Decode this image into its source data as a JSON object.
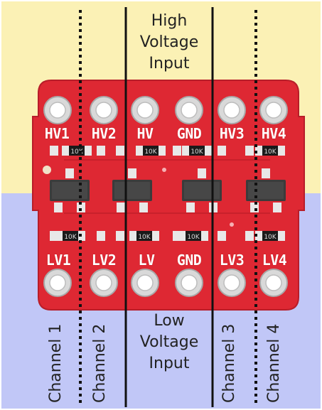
{
  "board": {
    "colors": {
      "top_background": "#fbf1b5",
      "bottom_background": "#c1c7f7",
      "pcb": "#de2833",
      "pcb_edge": "#b81d29",
      "silkscreen": "#ffffff",
      "ic": "#3b3b3b",
      "resistor": "#1a1a1a",
      "pad": "#e8e8e8",
      "line": "#111111"
    },
    "high_side_pins": [
      "HV1",
      "HV2",
      "HV",
      "GND",
      "HV3",
      "HV4"
    ],
    "low_side_pins": [
      "LV1",
      "LV2",
      "LV",
      "GND",
      "LV3",
      "LV4"
    ],
    "high_resistor_labels": [
      "10K",
      "10K",
      "10K",
      "10K",
      "10K",
      "10K"
    ],
    "low_resistor_labels": [
      "10K",
      "10K",
      "10K",
      "10K",
      "10K",
      "10K"
    ]
  },
  "labels": {
    "high_voltage_input": [
      "High",
      "Voltage",
      "Input"
    ],
    "low_voltage_input": [
      "Low",
      "Voltage",
      "Input"
    ],
    "channels": [
      "Channel 1",
      "Channel 2",
      "Channel 3",
      "Channel 4"
    ]
  }
}
